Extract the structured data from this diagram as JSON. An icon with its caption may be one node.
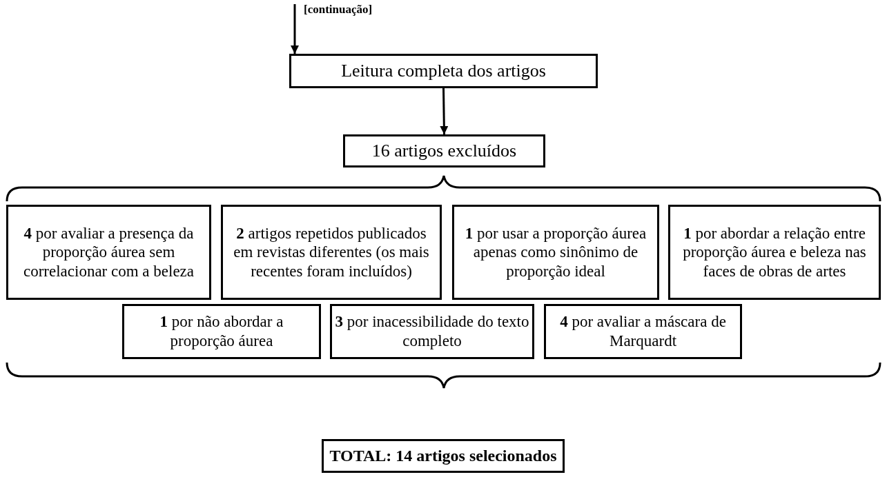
{
  "diagram": {
    "nodes": [
      {
        "text": [
          "Leitura completa dos artigos"
        ]
      },
      {
        "text": [
          "16 artigos excluídos"
        ]
      },
      {
        "text": [
          "**4** por avaliar a presença da proporção áurea sem correlacionar com a beleza"
        ]
      },
      {
        "text": [
          "**2** artigos repetidos publicados em revistas diferentes (os mais recentes foram incluídos)"
        ]
      },
      {
        "text": [
          "**1** por usar a proporção áurea apenas como sinônimo de proporção ideal"
        ]
      },
      {
        "text": [
          "**1** por abordar a relação entre proporção áurea e beleza nas faces de obras de artes"
        ]
      },
      {
        "text": [
          "**1** por não abordar a proporção áurea"
        ]
      },
      {
        "text": [
          "**3** por inacessibilidade do texto completo"
        ]
      },
      {
        "text": [
          "**4** por avaliar a máscara de Marquardt"
        ]
      },
      {
        "text": [
          "TOTAL: 14 artigos selecionados"
        ]
      }
    ],
    "edges": [
      {
        "from": null,
        "to": 0,
        "arrow": "to",
        "label": "[continuação]"
      },
      {
        "from": 0,
        "to": 1,
        "arrow": "to"
      }
    ]
  }
}
